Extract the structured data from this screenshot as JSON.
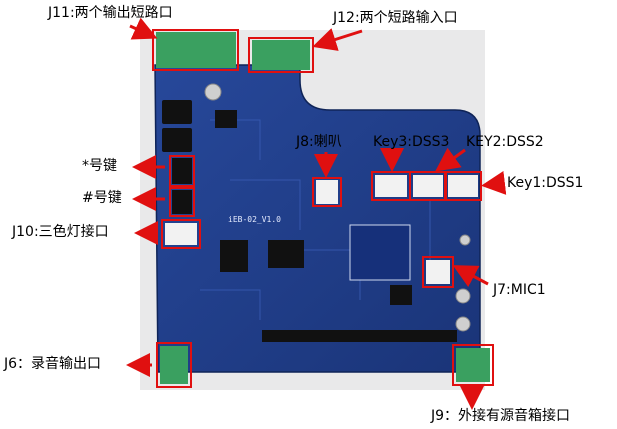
{
  "image": {
    "background": "#ffffff",
    "board_color": "#1f3f8a",
    "highlight_color": "#e01010",
    "arrow_color": "#e01010",
    "connector_color": "#3aa060"
  },
  "labels": {
    "j11": "J11:两个输出短路口",
    "j12": "J12:两个短路输入口",
    "j8": "J8:喇叭",
    "key3": "Key3:DSS3",
    "key2": "KEY2:DSS2",
    "key1": "Key1:DSS1",
    "star_key": "*号键",
    "hash_key": "#号键",
    "j10": "J10:三色灯接口",
    "j7": "J7:MIC1",
    "j6": "J6：录音输出口",
    "j9": "J9：外接有源音箱接口"
  },
  "board": {
    "model": "iEB-02_V1.0"
  }
}
